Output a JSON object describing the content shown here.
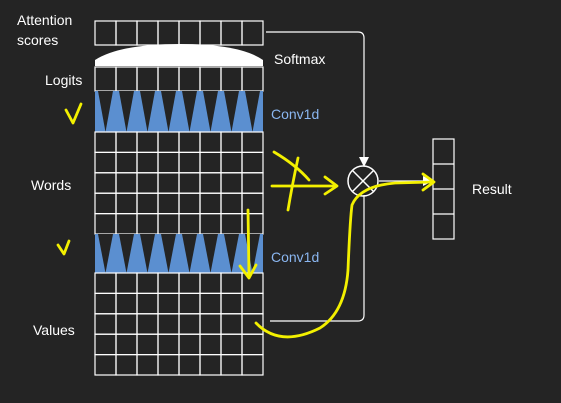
{
  "labels": {
    "attention_line1": "Attention",
    "attention_line2": "scores",
    "softmax": "Softmax",
    "logits": "Logits",
    "conv_top": "Conv1d",
    "words": "Words",
    "conv_bottom": "Conv1d",
    "values": "Values",
    "result": "Result"
  },
  "colors": {
    "background": "#242424",
    "grid": "#ffffff",
    "conv_fill": "#5b8fd0",
    "conv_label": "#8ab6f0",
    "ink": "#f3f000"
  },
  "icons": {
    "multiply": "circled-times-icon"
  }
}
